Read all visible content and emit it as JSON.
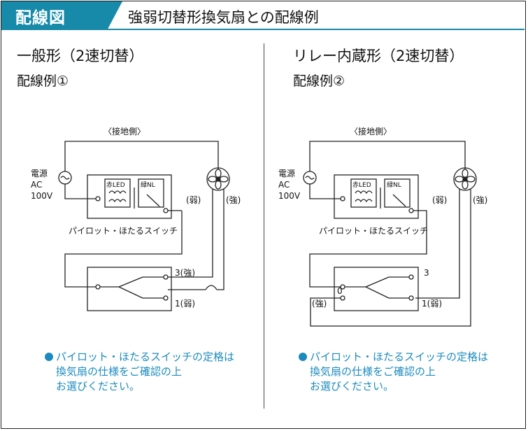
{
  "header": {
    "tab_label": "配線図",
    "title": "強弱切替形換気扇との配線例"
  },
  "left_panel": {
    "title": "一般形（2速切替）",
    "subtitle": "配線例①",
    "labels": {
      "ground": "〈接地側〉",
      "power_line1": "電源",
      "power_line2": "AC",
      "power_line3": "100V",
      "red_led": "赤LED",
      "green_nl": "緑NL",
      "pilot_switch": "パイロット・ほたるスイッチ",
      "weak": "(弱)",
      "strong": "(強)",
      "terminal_strong": "3(強)",
      "terminal_weak": "1(弱)"
    },
    "note": {
      "line1": "パイロット・ほたるスイッチの定格は",
      "line2": "換気扇の仕様をご確認の上",
      "line3": "お選びください。"
    }
  },
  "right_panel": {
    "title": "リレー内蔵形（2速切替）",
    "subtitle": "配線例②",
    "labels": {
      "ground": "〈接地側〉",
      "power_line1": "電源",
      "power_line2": "AC",
      "power_line3": "100V",
      "red_led": "赤LED",
      "green_nl": "緑NL",
      "pilot_switch": "パイロット・ほたるスイッチ",
      "weak": "(弱)",
      "strong": "(強)",
      "terminal_3": "3",
      "terminal_0": "0",
      "terminal_weak": "1(弱)",
      "strong_left": "(強)"
    },
    "note": {
      "line1": "パイロット・ほたるスイッチの定格は",
      "line2": "換気扇の仕様をご確認の上",
      "line3": "お選びください。"
    }
  },
  "colors": {
    "accent": "#168aa8",
    "note_text": "#1b8bbf"
  }
}
